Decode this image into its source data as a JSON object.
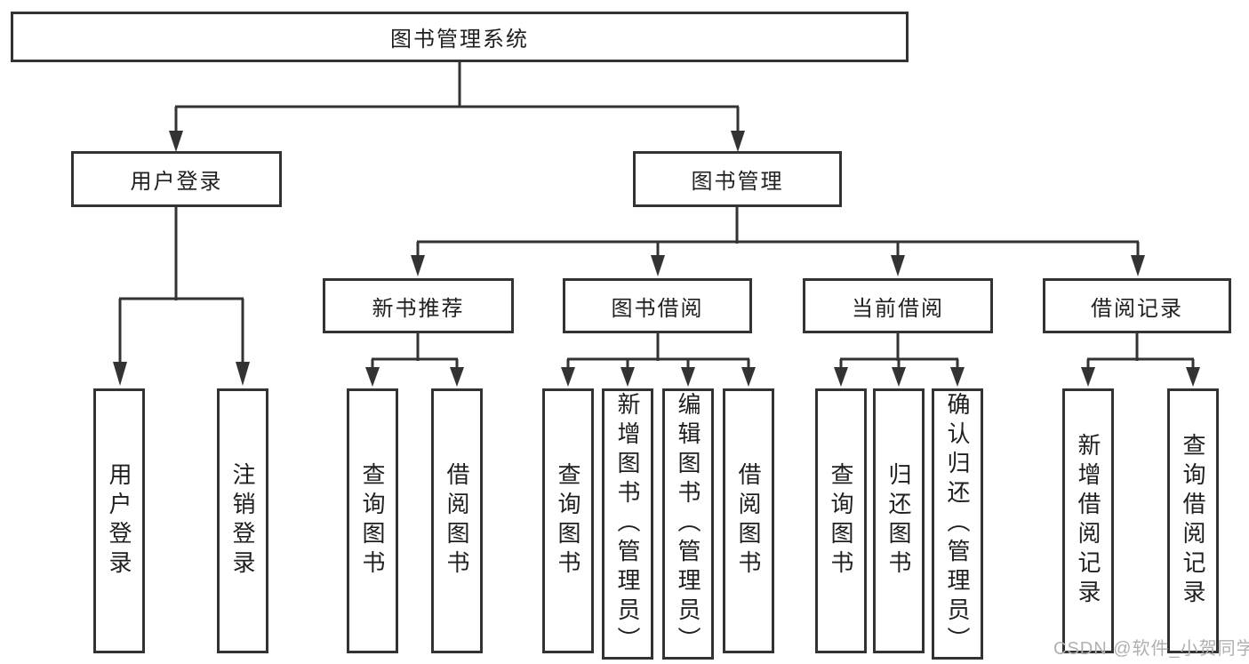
{
  "colors": {
    "background": "#ffffff",
    "line": "#333333",
    "box_border": "#333333",
    "text": "#1f1f1f",
    "watermark": "#b0b0b0"
  },
  "diagram": {
    "root": {
      "label": "图书管理系统"
    },
    "level2": [
      {
        "label": "用户登录"
      },
      {
        "label": "图书管理"
      }
    ],
    "level3": [
      {
        "label": "新书推荐",
        "parent": "图书管理"
      },
      {
        "label": "图书借阅",
        "parent": "图书管理"
      },
      {
        "label": "当前借阅",
        "parent": "图书管理"
      },
      {
        "label": "借阅记录",
        "parent": "图书管理"
      }
    ],
    "leaves": [
      {
        "label": "用户登录",
        "parent": "用户登录"
      },
      {
        "label": "注销登录",
        "parent": "用户登录"
      },
      {
        "label": "查询图书",
        "parent": "新书推荐"
      },
      {
        "label": "借阅图书",
        "parent": "新书推荐"
      },
      {
        "label": "查询图书",
        "parent": "图书借阅"
      },
      {
        "label": "新增图书（管理员）",
        "parent": "图书借阅"
      },
      {
        "label": "编辑图书（管理员）",
        "parent": "图书借阅"
      },
      {
        "label": "借阅图书",
        "parent": "图书借阅"
      },
      {
        "label": "查询图书",
        "parent": "当前借阅"
      },
      {
        "label": "归还图书",
        "parent": "当前借阅"
      },
      {
        "label": "确认归还（管理员）",
        "parent": "当前借阅"
      },
      {
        "label": "新增借阅记录",
        "parent": "借阅记录"
      },
      {
        "label": "查询借阅记录",
        "parent": "借阅记录"
      }
    ]
  },
  "watermark": {
    "text": "CSDN @软件_小贺同学"
  }
}
